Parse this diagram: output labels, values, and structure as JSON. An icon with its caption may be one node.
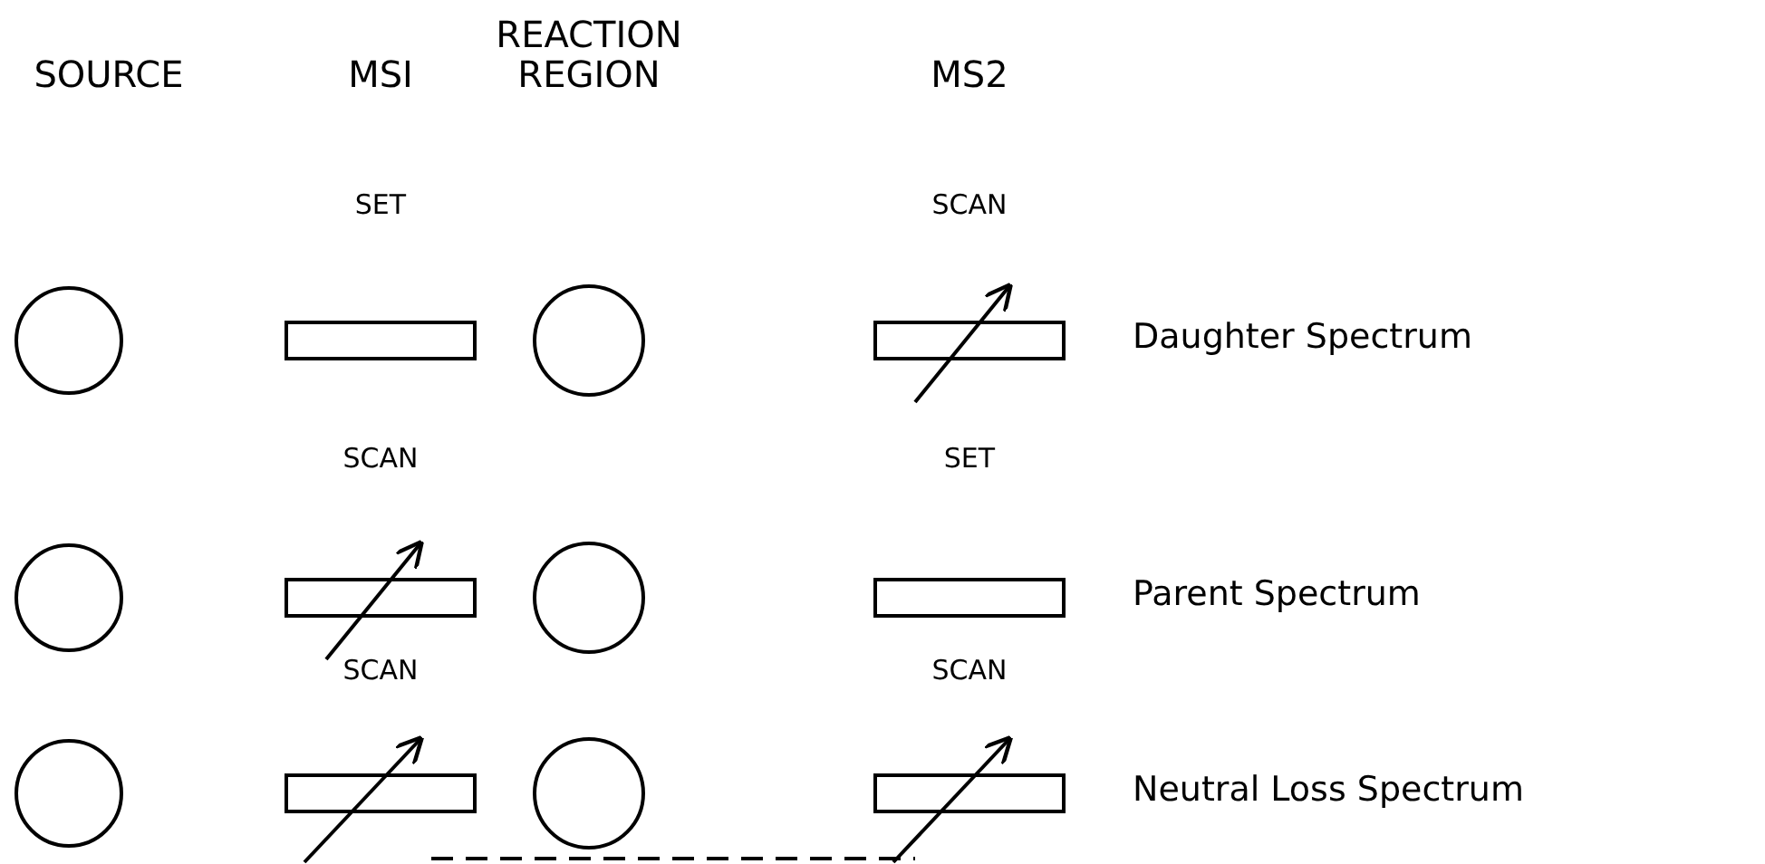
{
  "diagram": {
    "labels": [
      "SOURCE",
      "MSI",
      "REACTION REGION",
      "MS2",
      "SET",
      "SCAN",
      "Daughter Spectrum",
      "SCAN",
      "SET",
      "Parent Spectrum",
      "SCAN",
      "SCAN",
      "Neutral Loss Spectrum"
    ]
  }
}
